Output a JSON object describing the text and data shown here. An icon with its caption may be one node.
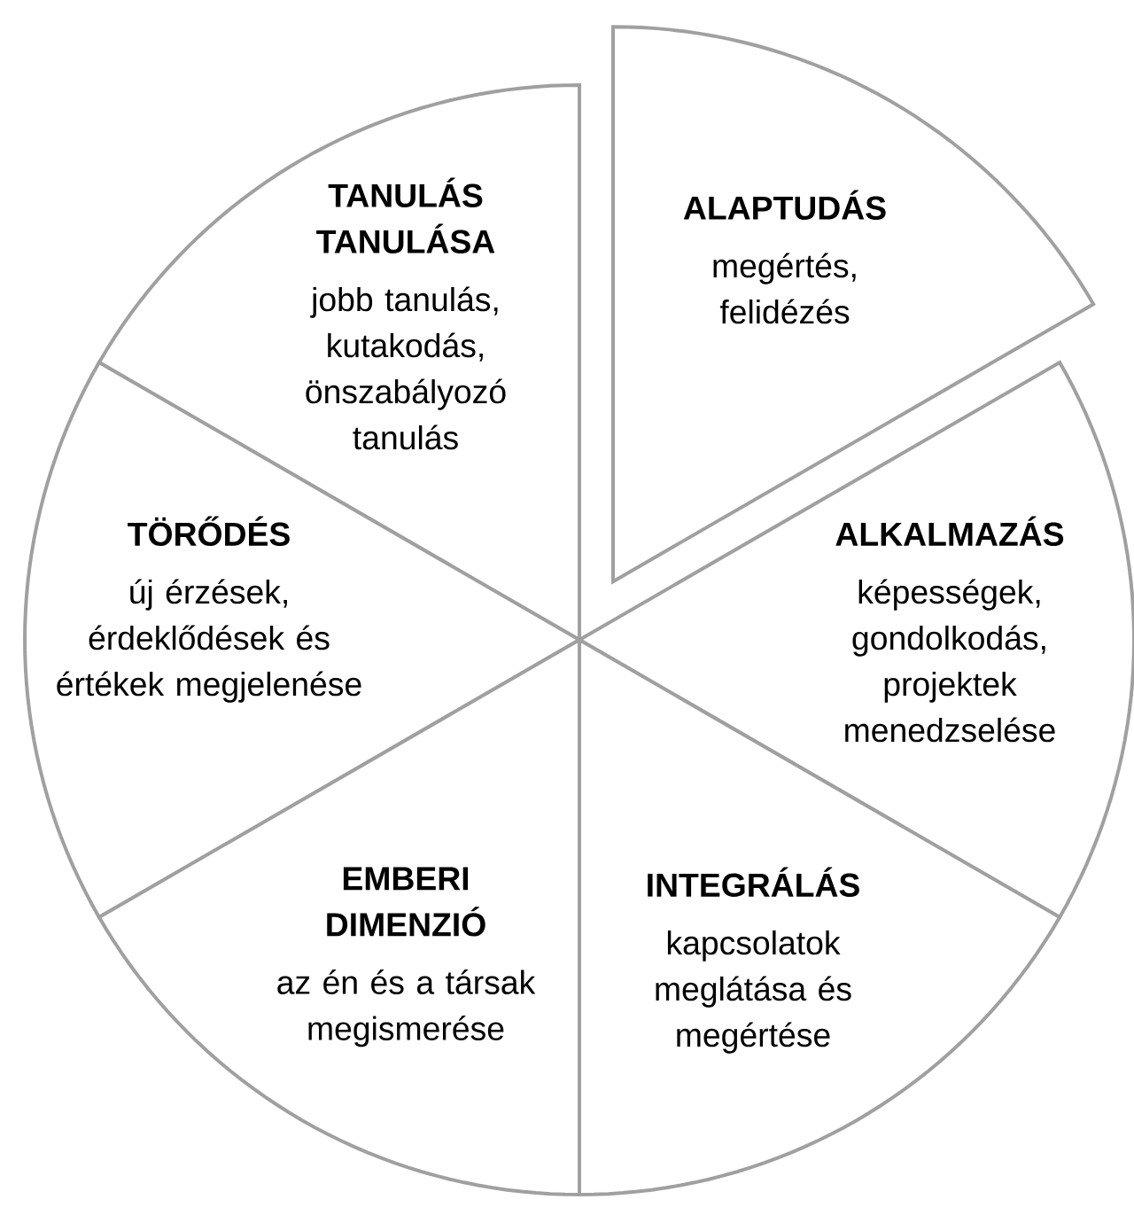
{
  "diagram": {
    "nodes": [
      {
        "text": [
          "TANULÁS TANULÁSA",
          "jobb tanulás, kutakodás, önszabályozó tanulás"
        ]
      },
      {
        "text": [
          "ALAPTUDÁS",
          "megértés, felidézés"
        ]
      },
      {
        "text": [
          "TÖRŐDÉS",
          "új érzések, érdeklődések és értékek megjelenése"
        ]
      },
      {
        "text": [
          "ALKALMAZÁS",
          "képességek, gondolkodás, projektek menedzselése"
        ]
      },
      {
        "text": [
          "EMBERI DIMENZIÓ",
          "az én és a társak megismerése"
        ]
      },
      {
        "text": [
          "INTEGRÁLÁS",
          "kapcsolatok meglátása és megértése"
        ]
      }
    ]
  }
}
